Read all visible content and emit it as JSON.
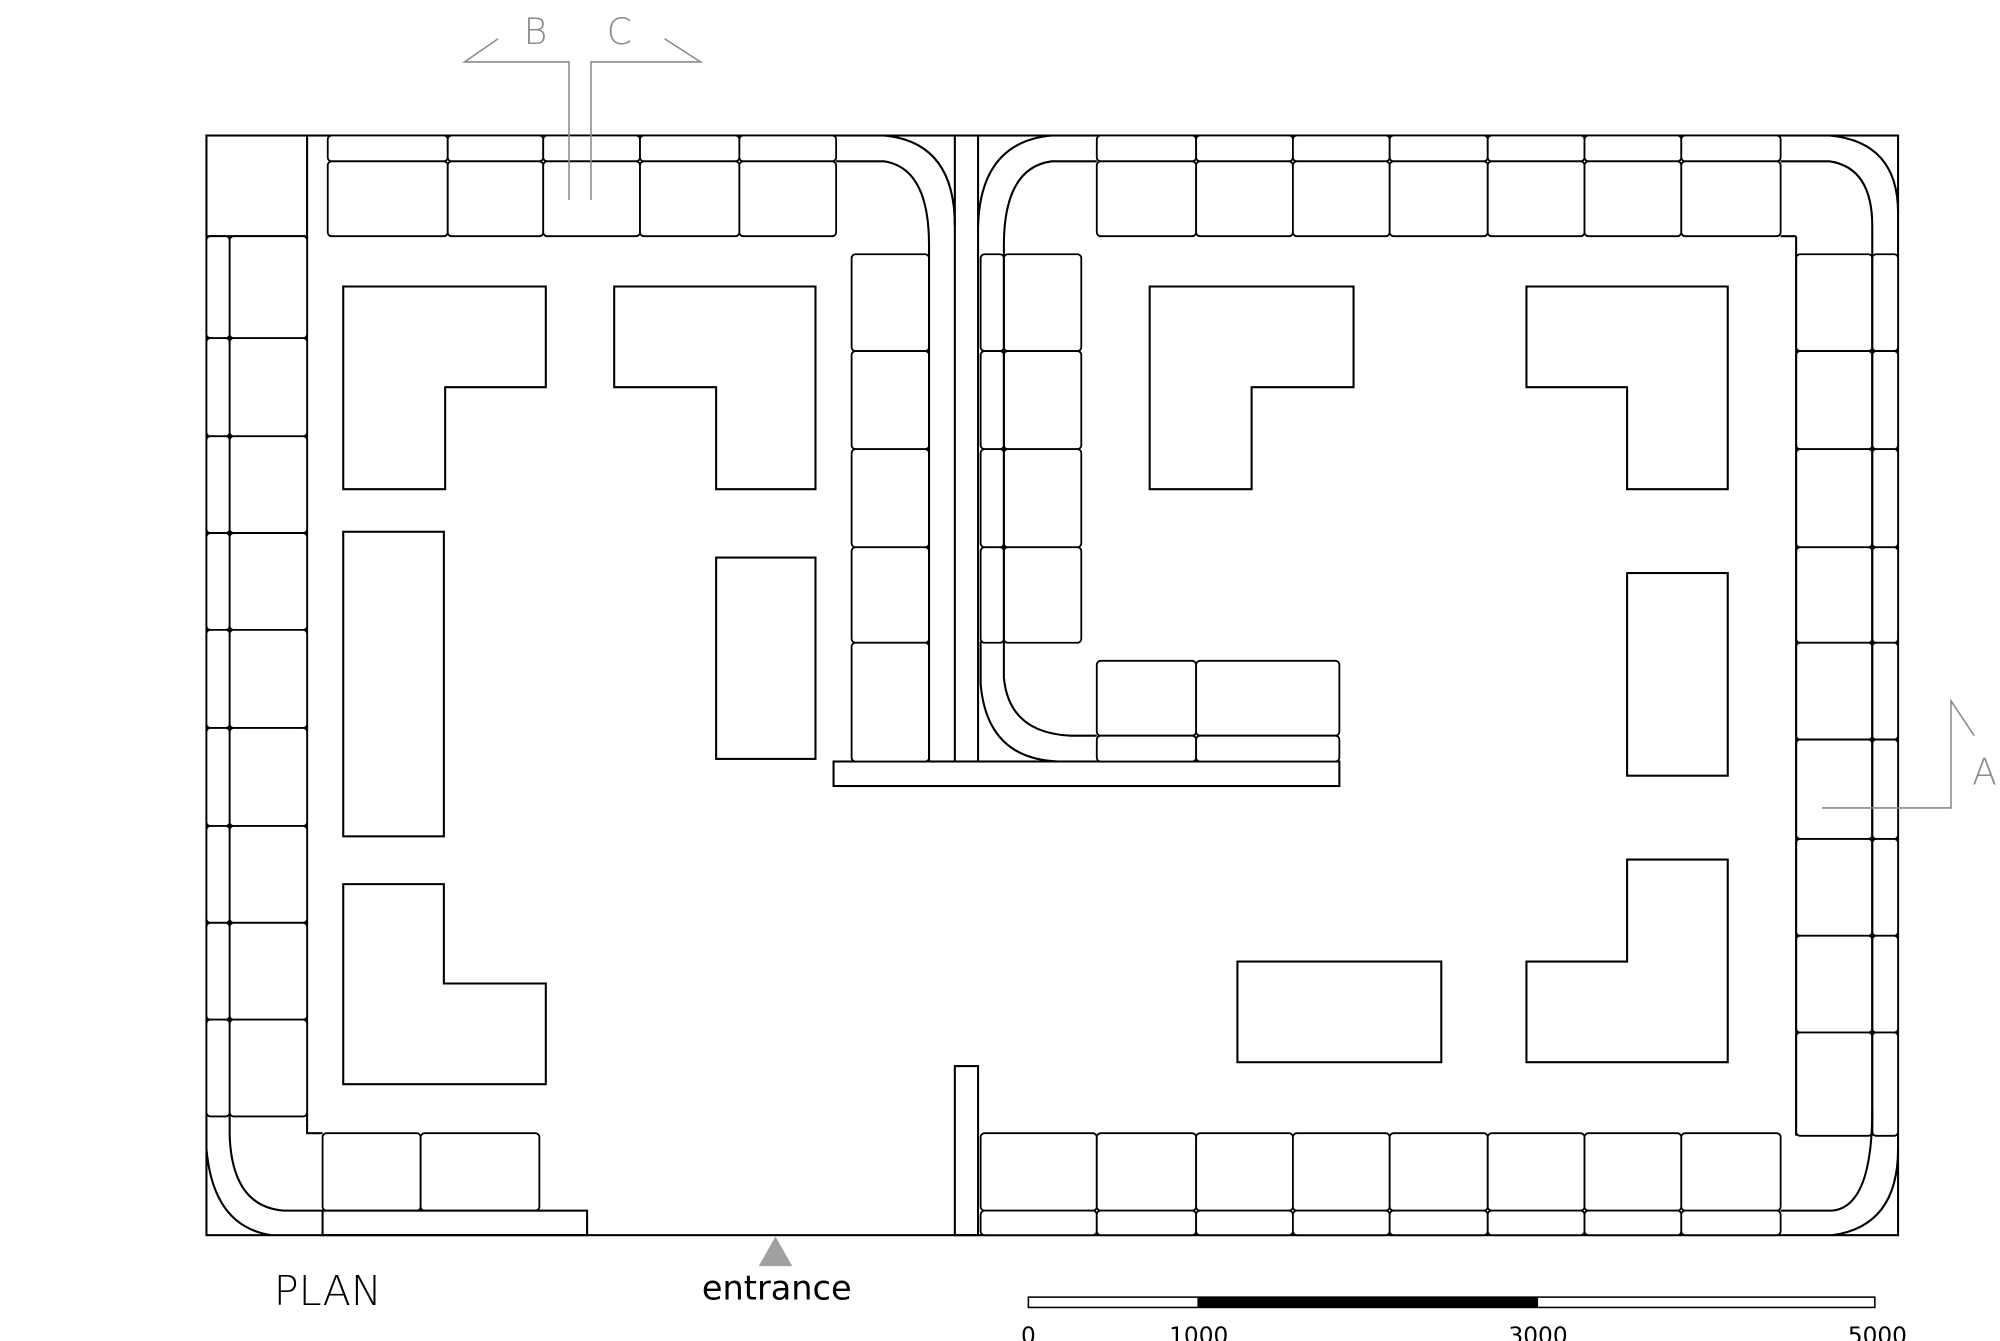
{
  "drawing": {
    "title": "PLAN",
    "entrance_label": "entrance",
    "section_markers": {
      "b": "B",
      "c": "C",
      "a": "A"
    },
    "scale_bar": {
      "labels": [
        "0",
        "1000",
        "3000",
        "5000"
      ]
    },
    "colors": {
      "line": "#000000",
      "annotation": "#8a8a8a",
      "entrance_arrow": "#a0a0a0"
    }
  }
}
